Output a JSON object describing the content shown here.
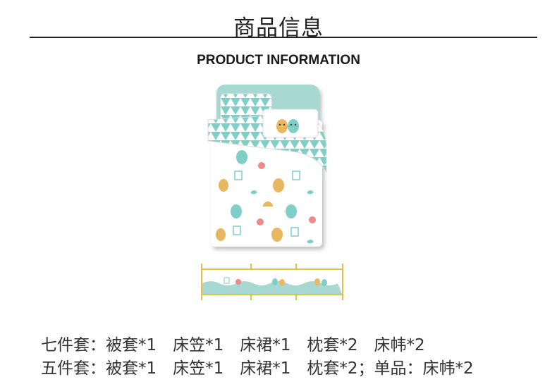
{
  "header": {
    "title": "商品信息",
    "subtitle": "PRODUCT INFORMATION"
  },
  "images": {
    "bedding_set": "bedding-set-illustration",
    "crib_bumper": "crib-bumper-illustration"
  },
  "colors": {
    "teal": "#a7d8d2",
    "mint": "#7fcfc6",
    "pear": "#e8b860",
    "peach": "#f08a8a",
    "bumper_border": "#e5c14a"
  },
  "specs": {
    "line1": "七件套：被套*1　床笠*1　床裙*1　枕套*2　床帏*2",
    "line2": "五件套：被套*1　床笠*1　床裙*1　枕套*2；单品：床帏*2"
  }
}
